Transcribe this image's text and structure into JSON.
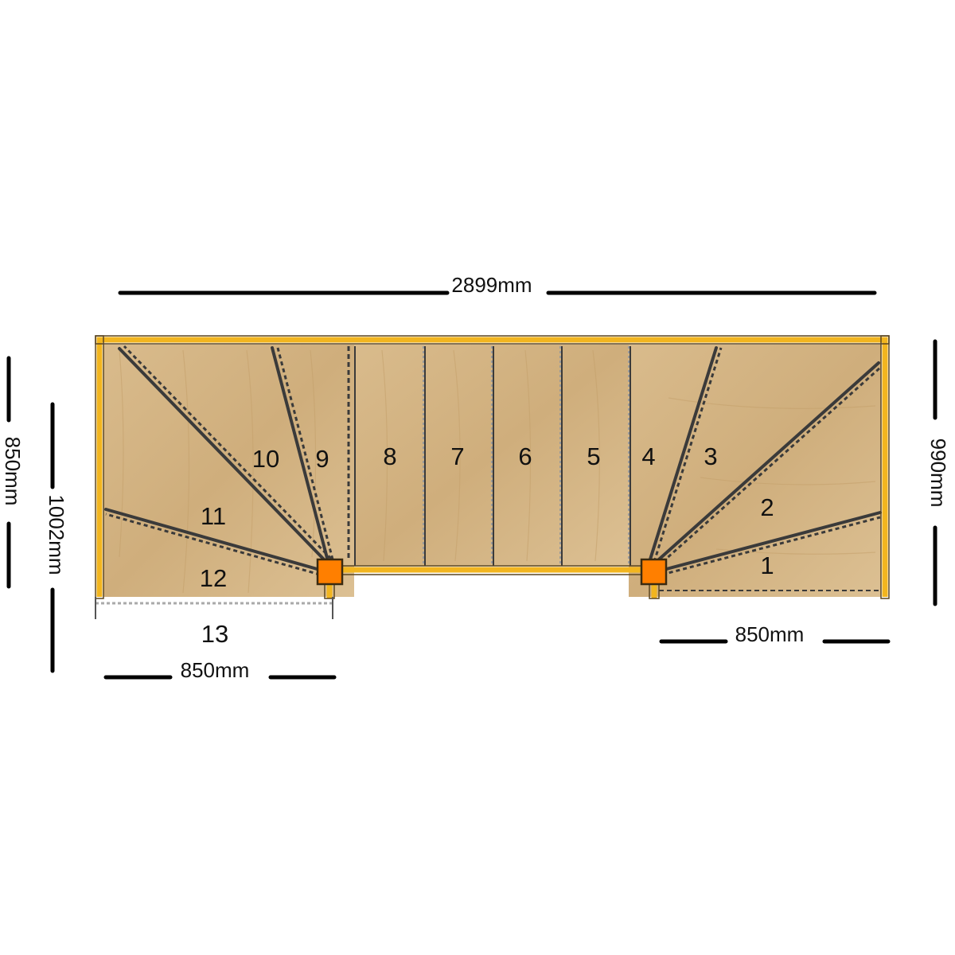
{
  "dimensions": {
    "top_width": "2899mm",
    "left_outer": "850mm",
    "left_inner": "1002mm",
    "right": "990mm",
    "bottom_left": "850mm",
    "bottom_right": "850mm"
  },
  "steps": [
    "1",
    "2",
    "3",
    "4",
    "5",
    "6",
    "7",
    "8",
    "9",
    "10",
    "11",
    "12",
    "13"
  ],
  "colors": {
    "frame": "#f2b51f",
    "wood": "#d6b787",
    "newel": "#ff7f00",
    "tread_line": "#3a3a3a"
  }
}
